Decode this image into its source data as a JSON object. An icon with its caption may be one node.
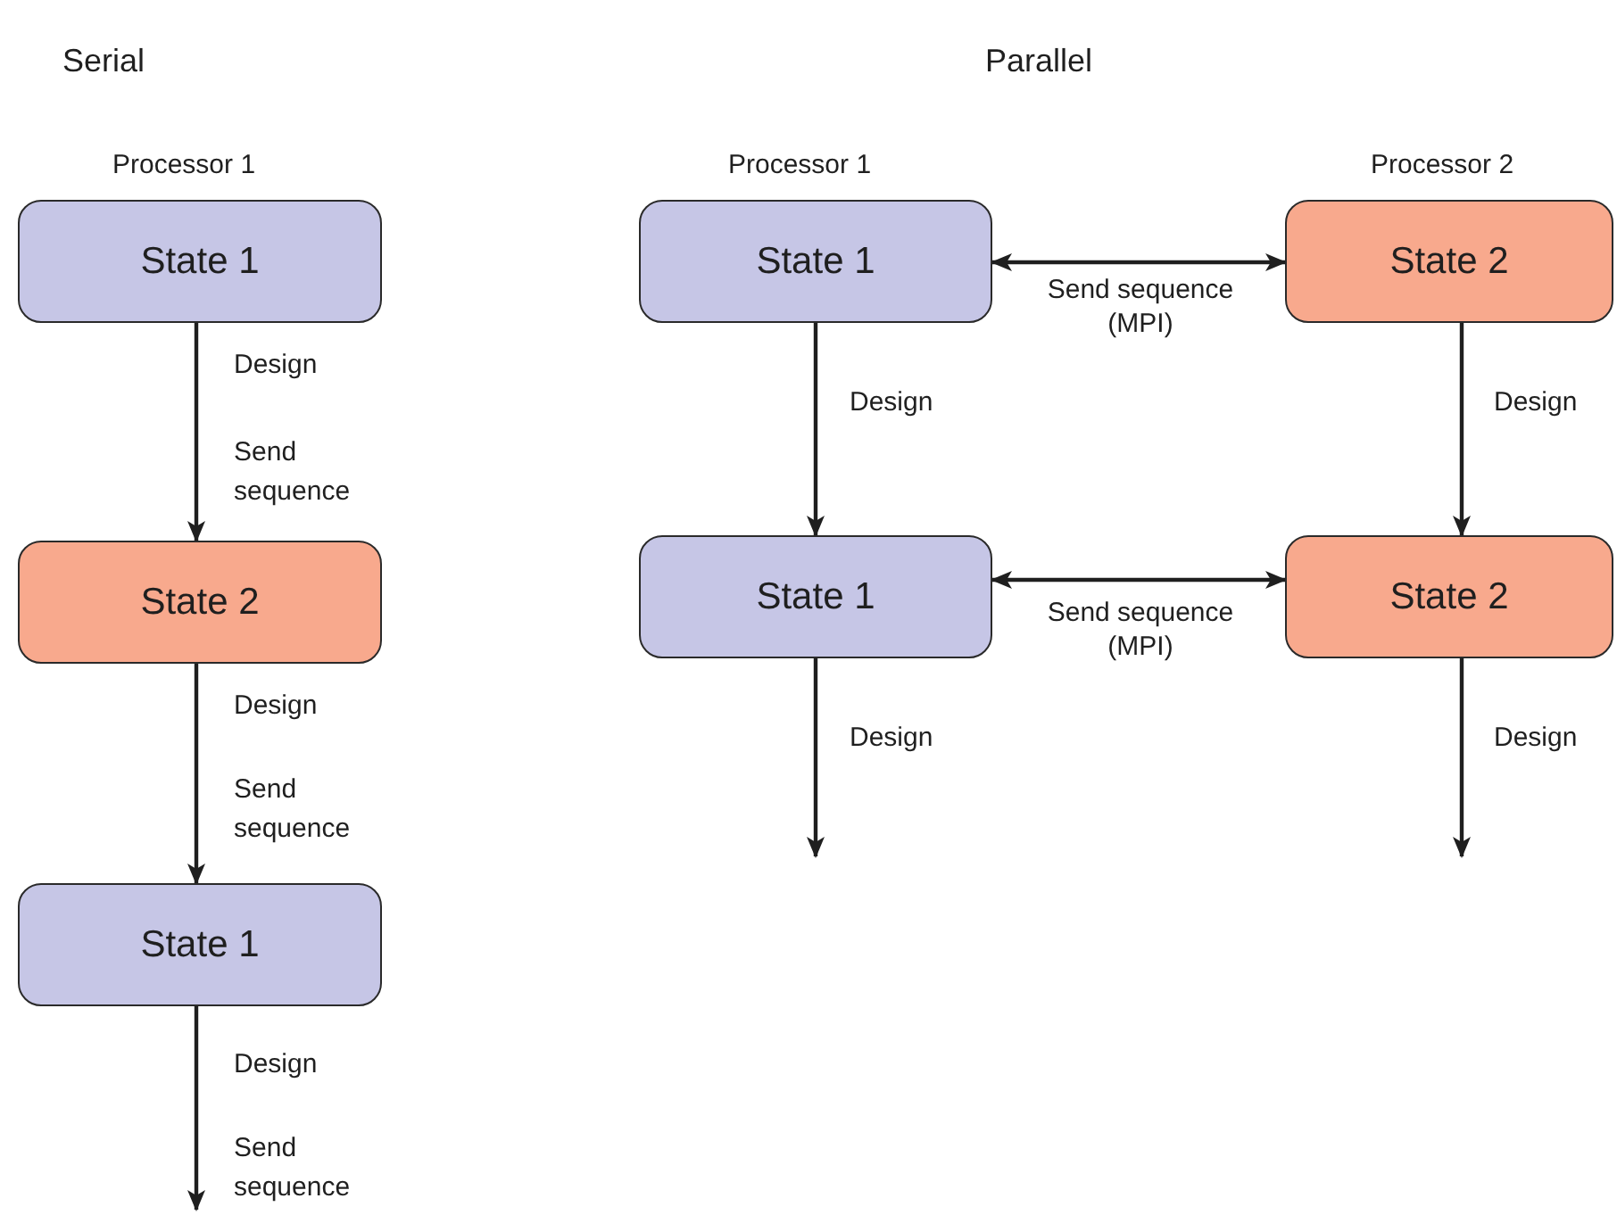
{
  "diagram": {
    "nodes": [
      {
        "text": [
          "State 1"
        ]
      },
      {
        "text": [
          "State 2"
        ]
      },
      {
        "text": [
          "State 1"
        ]
      },
      {
        "text": [
          "State 1"
        ]
      },
      {
        "text": [
          "State 2"
        ]
      },
      {
        "text": [
          "State 1"
        ]
      },
      {
        "text": [
          "State 2"
        ]
      }
    ],
    "edges": [
      {
        "from": 0,
        "to": 1,
        "arrow": "to",
        "label": "Design"
      },
      {
        "from": 1,
        "to": 2,
        "arrow": "to",
        "label": "Design"
      },
      {
        "from": 2,
        "to": null,
        "arrow": "to",
        "label": "Design"
      },
      {
        "from": 3,
        "to": 4,
        "arrow": "both",
        "label": "Send sequence (MPI)"
      },
      {
        "from": 3,
        "to": 5,
        "arrow": "to",
        "label": "Design"
      },
      {
        "from": 4,
        "to": 6,
        "arrow": "to",
        "label": "Design"
      },
      {
        "from": 5,
        "to": 6,
        "arrow": "both",
        "label": "Send sequence (MPI)"
      },
      {
        "from": 5,
        "to": null,
        "arrow": "to",
        "label": "Design"
      },
      {
        "from": 6,
        "to": null,
        "arrow": "to",
        "label": "Design"
      }
    ],
    "labels": [
      "Serial",
      "Parallel",
      "Processor 1",
      "Processor 1",
      "Processor 2",
      "Send sequence",
      "Send sequence",
      "Send sequence"
    ]
  }
}
